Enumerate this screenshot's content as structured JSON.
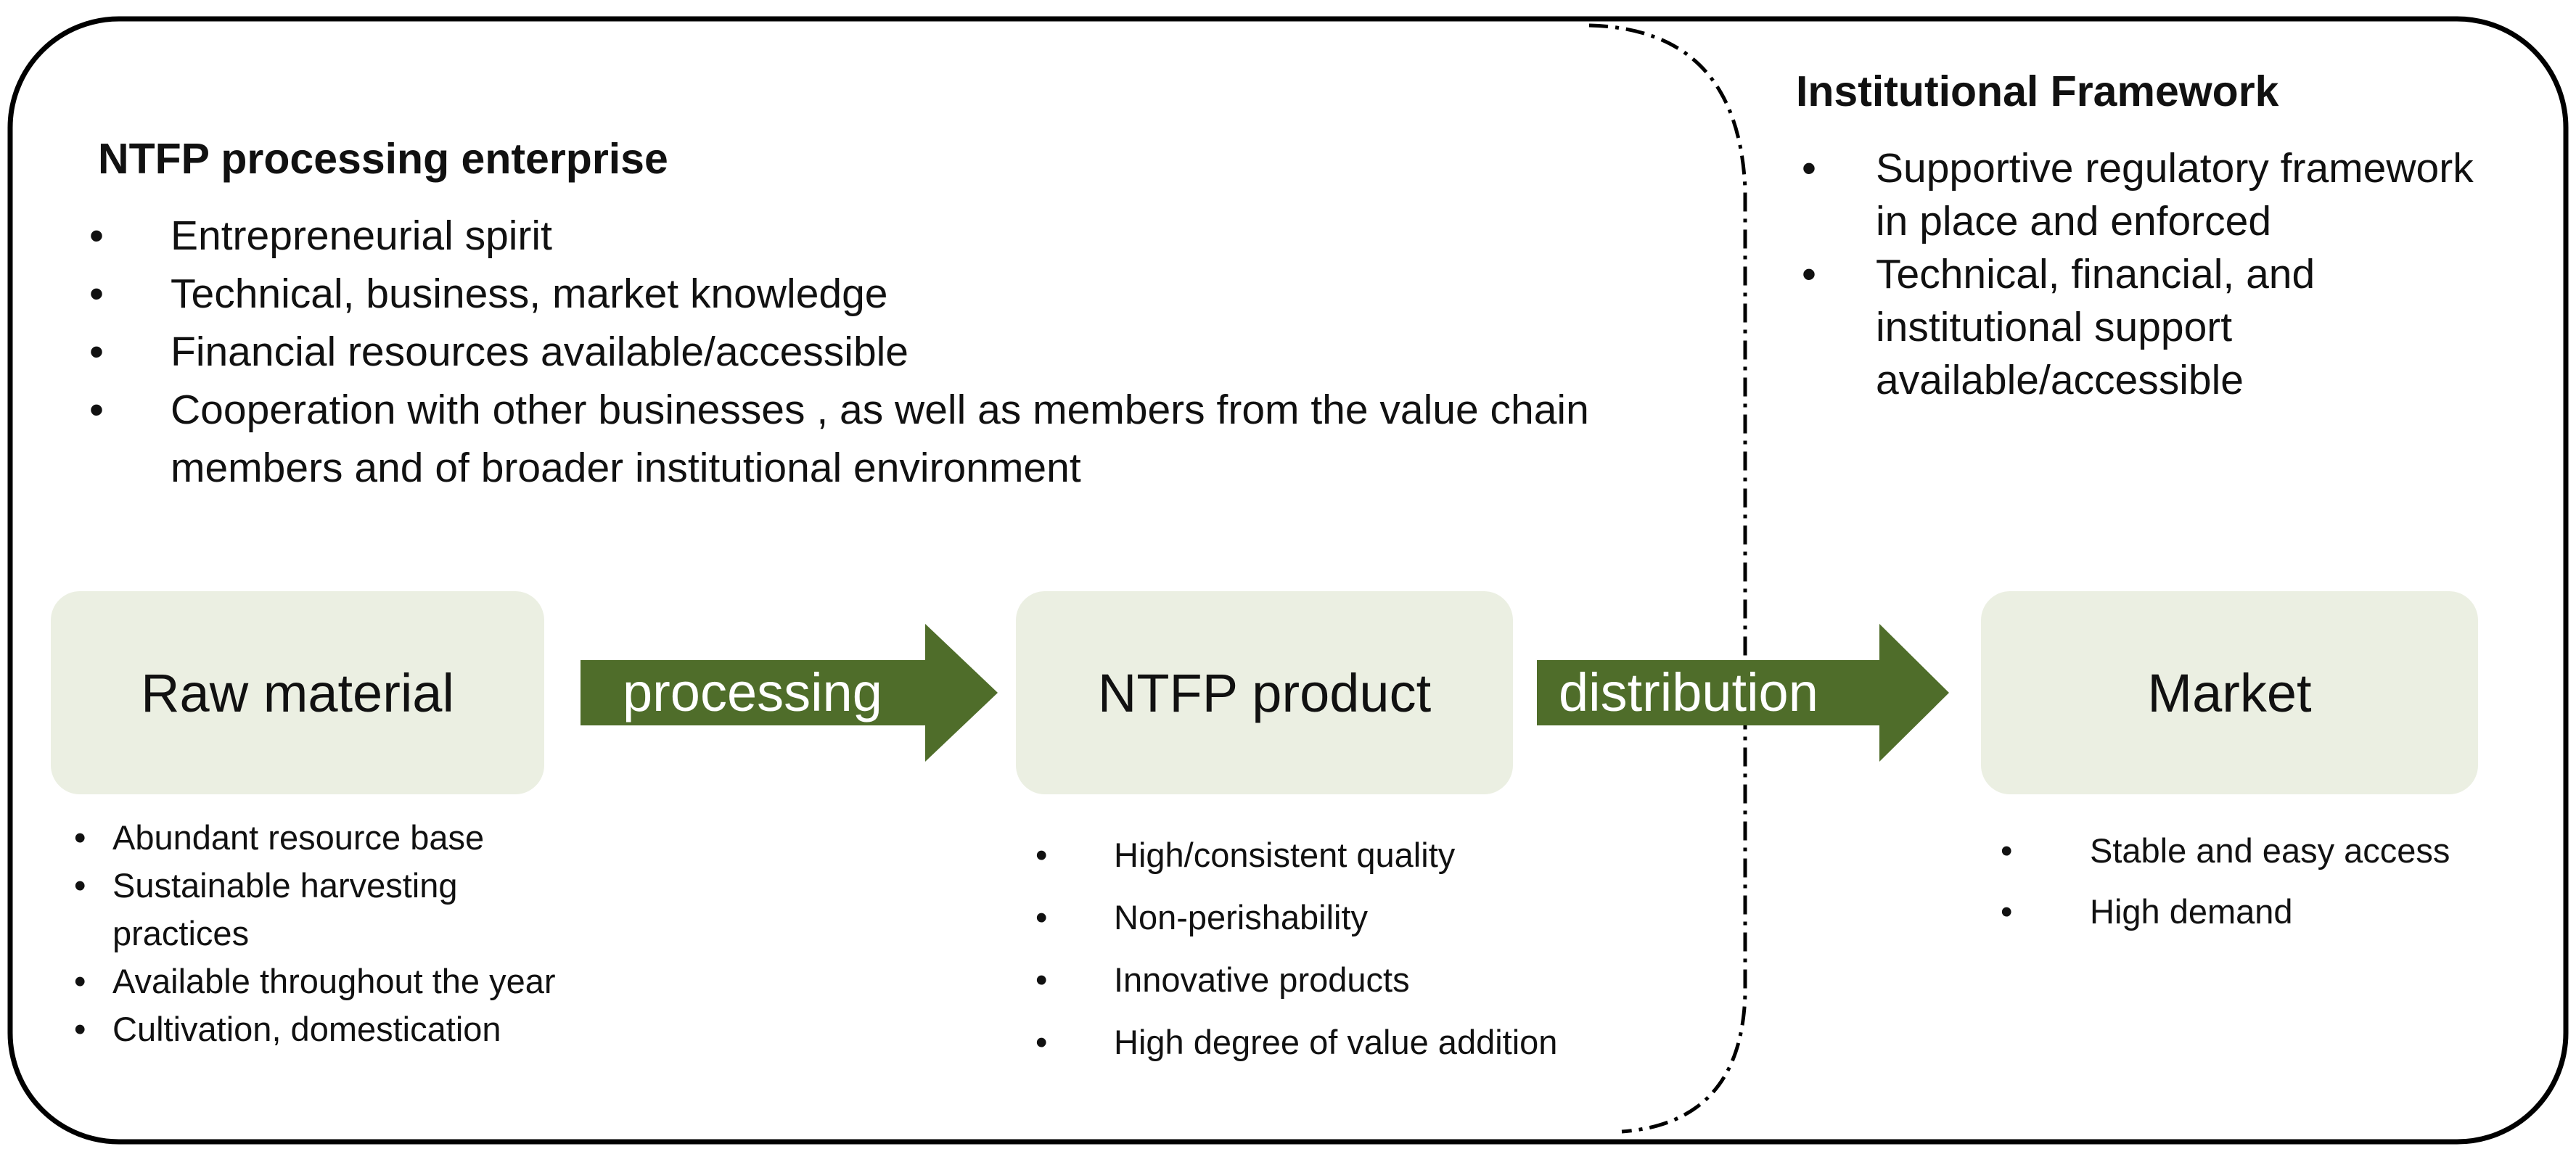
{
  "enterprise": {
    "heading": "NTFP processing  enterprise",
    "items": [
      "Entrepreneurial spirit",
      "Technical,  business, market knowledge",
      "Financial resources available/accessible",
      "Cooperation with other businesses , as well as members from  the value chain members and of broader institutional environment"
    ]
  },
  "institutional": {
    "heading": "Institutional  Framework",
    "items": [
      "Supportive regulatory framework  in place and enforced",
      "Technical, financial, and institutional support available/accessible"
    ]
  },
  "flow": {
    "raw_material": "Raw material",
    "processing": "processing",
    "ntfp_product": "NTFP product",
    "distribution": "distribution",
    "market": "Market"
  },
  "raw_material_factors": [
    "Abundant  resource base",
    "Sustainable harvesting practices",
    "Available throughout  the year",
    "Cultivation, domestication"
  ],
  "product_factors": [
    "High/consistent quality",
    "Non-perishability",
    "Innovative products",
    "High degree of value addition"
  ],
  "market_factors": [
    "Stable and easy access",
    "High demand"
  ],
  "colors": {
    "box_fill": "#ebefe2",
    "arrow_fill": "#4f6d2a",
    "outline": "#000000"
  }
}
